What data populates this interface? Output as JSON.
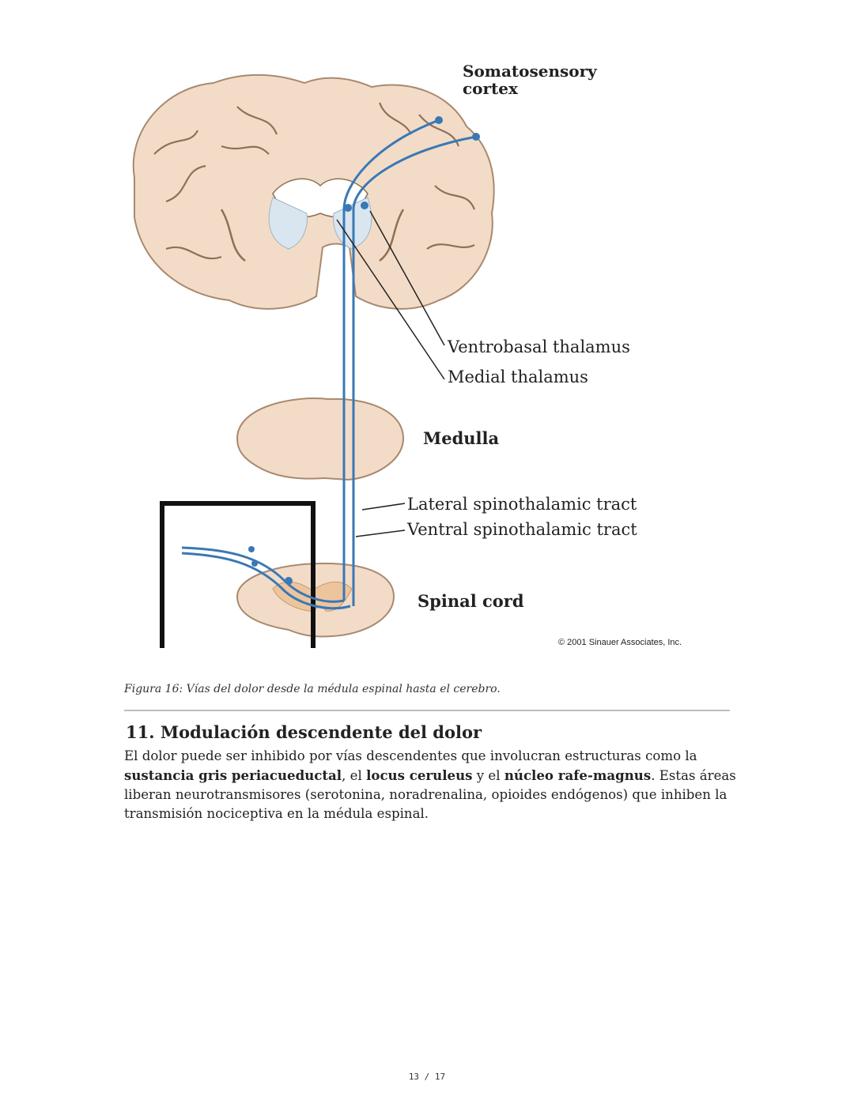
{
  "figure": {
    "labels": {
      "cortex_top": "Somatosensory",
      "cortex": "cortex",
      "ventrobasal": "Ventrobasal thalamus",
      "medial": "Medial thalamus",
      "medulla": "Medulla",
      "lateral_tract": "Lateral spinothalamic tract",
      "ventral_tract": "Ventral spinothalamic tract",
      "spinal_cord": "Spinal cord",
      "copyright": "© 2001 Sinauer Associates, Inc."
    },
    "colors": {
      "tissue": "#f3dcc7",
      "tissue_outline": "#a8896f",
      "pathway": "#3a78b5"
    }
  },
  "caption": "Figura 16: Vías del dolor desde la médula espinal hasta el cerebro.",
  "section": {
    "heading": "11. Modulación descendente del dolor",
    "paragraph": {
      "t1": "El dolor puede ser inhibido por vías descendentes que involucran estructuras como la ",
      "b1": "sustancia gris periacueductal",
      "t2": ", el ",
      "b2": "locus ceruleus",
      "t3": " y el ",
      "b3": "núcleo rafe-magnus",
      "t4": ". Estas áreas liberan neurotransmisores (serotonina, noradrenalina, opioides endógenos) que inhiben la transmisión nociceptiva en la médula espinal."
    }
  },
  "page_number": "13 / 17"
}
